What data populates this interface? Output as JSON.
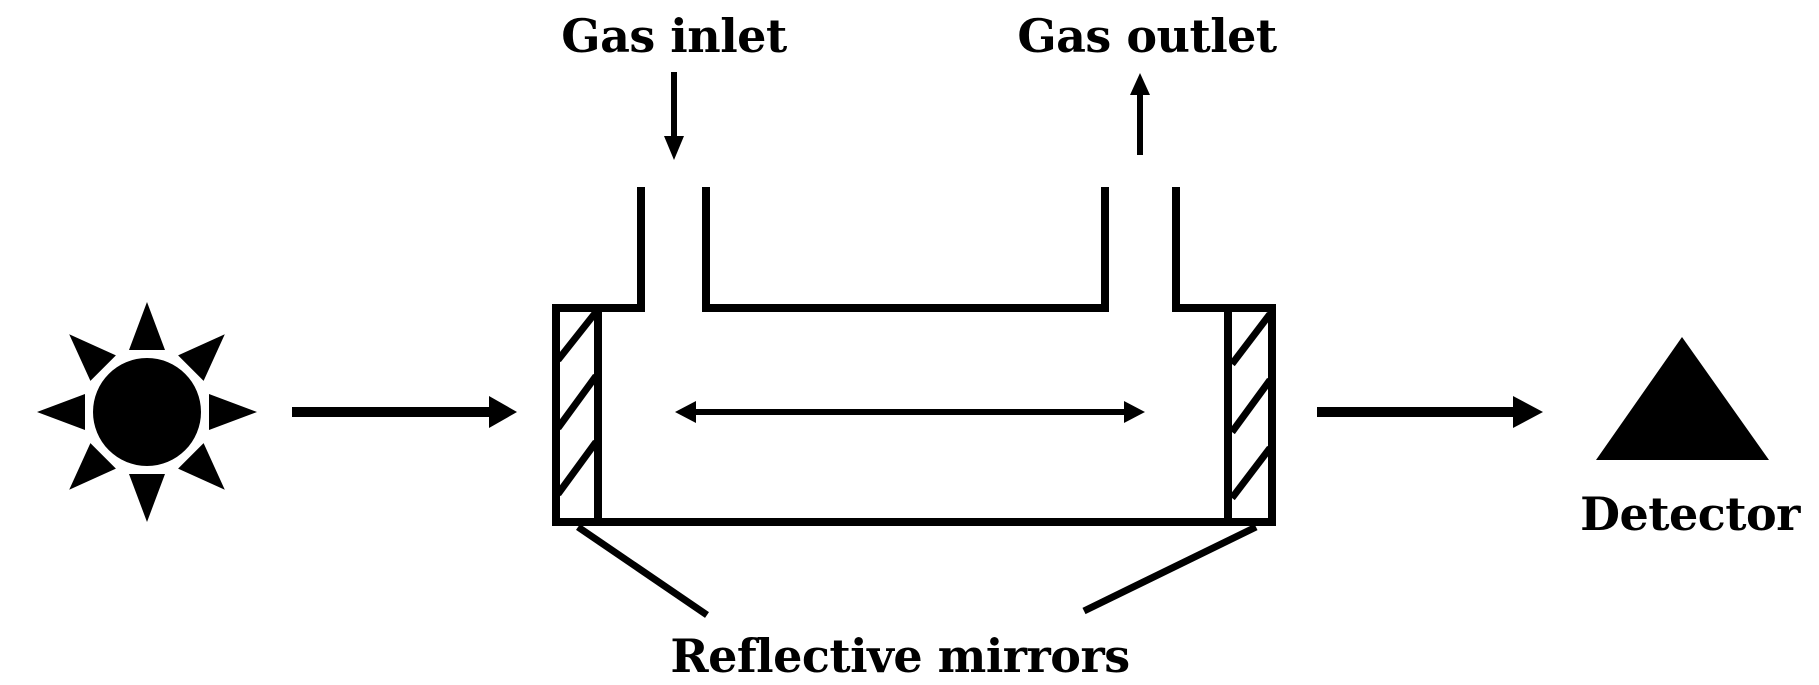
{
  "diagram": {
    "type": "gas absorption cell optical path schematic",
    "colors": {
      "ink": "#000000",
      "background": "#ffffff"
    },
    "components": {
      "light_source": {
        "icon": "sun-icon",
        "label": ""
      },
      "gas_cell": {
        "icon": "multipass-gas-cell"
      },
      "detector": {
        "icon": "triangle-detector-icon",
        "label": "Detector"
      }
    },
    "labels": {
      "gas_inlet": "Gas inlet",
      "gas_outlet": "Gas outlet",
      "detector": "Detector",
      "reflective_mirrors": "Reflective mirrors"
    },
    "arrows": [
      {
        "from": "light_source",
        "to": "gas_cell",
        "direction": "right"
      },
      {
        "from": "gas_cell",
        "to": "detector",
        "direction": "right"
      },
      {
        "from": "gas_inlet_label",
        "to": "gas_cell",
        "direction": "down"
      },
      {
        "from": "gas_cell",
        "to": "gas_outlet_label",
        "direction": "up"
      },
      {
        "from": "left_mirror",
        "to": "right_mirror",
        "direction": "bidirectional"
      }
    ]
  }
}
